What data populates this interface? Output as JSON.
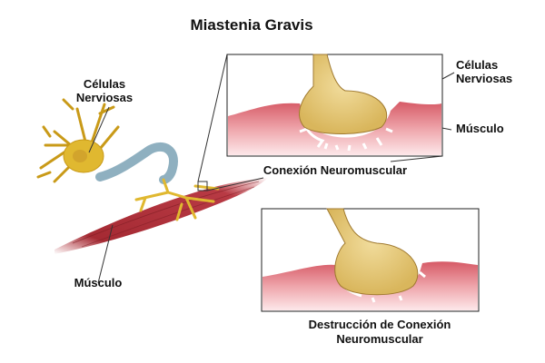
{
  "title": "Miastenia Gravis",
  "labels": {
    "nerve_cells_line1": "Células",
    "nerve_cells_line2": "Nerviosas",
    "muscle": "Músculo",
    "inset_nerve_cells_line1": "Células",
    "inset_nerve_cells_line2": "Nerviosas",
    "inset_muscle": "Músculo",
    "junction": "Conexión Neuromuscular",
    "destruction_line1": "Destrucción de Conexión",
    "destruction_line2": "Neuromuscular"
  },
  "colors": {
    "nerve": "#e0b830",
    "terminal": "#e9cf86",
    "myelin": "#8fb0c0",
    "muscle": "#b2343c",
    "muscle_light": "#f1b7bb"
  }
}
